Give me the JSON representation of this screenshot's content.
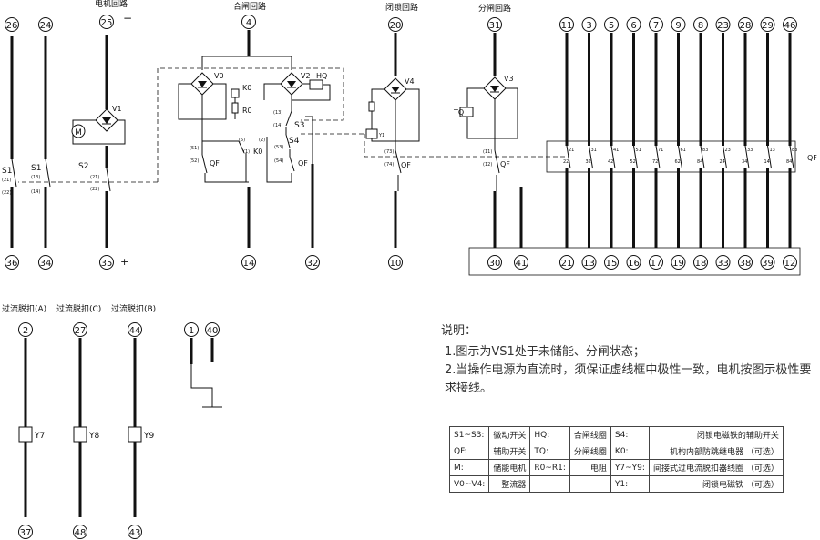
{
  "titles": {
    "motor": "电机回路",
    "close": "合闸回路",
    "lock": "闭锁回路",
    "open": "分闸回路"
  },
  "motor_sign_top": "−",
  "motor_sign_bottom": "+",
  "left_top": [
    "26",
    "24",
    "25"
  ],
  "left_bottom": [
    "36",
    "34",
    "35"
  ],
  "close_top": "4",
  "lock_top": "20",
  "open_top": "31",
  "mid_bottom": [
    "14",
    "32",
    "10",
    "30",
    "41"
  ],
  "aux_top": [
    "11",
    "3",
    "5",
    "6",
    "7",
    "9",
    "8",
    "23",
    "28",
    "29",
    "46"
  ],
  "aux_bottom": [
    "21",
    "13",
    "15",
    "16",
    "17",
    "19",
    "18",
    "33",
    "38",
    "39",
    "12"
  ],
  "aux_contacts": [
    [
      "21",
      "22"
    ],
    [
      "31",
      "32"
    ],
    [
      "41",
      "42"
    ],
    [
      "51",
      "52"
    ],
    [
      "71",
      "72"
    ],
    [
      "61",
      "62"
    ],
    [
      "83",
      "84"
    ],
    [
      "23",
      "24"
    ],
    [
      "33",
      "34"
    ],
    [
      "13",
      "14"
    ],
    [
      "83",
      "84"
    ]
  ],
  "qf_label": "QF",
  "components": {
    "v0": "V0",
    "v1": "V1",
    "v2": "V2",
    "v3": "V3",
    "v4": "V4",
    "k0": "K0",
    "r0": "R0",
    "hq": "HQ",
    "tq": "TQ",
    "m": "M",
    "s1": "S1",
    "s2": "S2",
    "s3": "S3",
    "s4": "S4",
    "y1": "Y1",
    "y7": "Y7",
    "y8": "Y8",
    "y9": "Y9"
  },
  "terminal_codes": {
    "t21": "(21)",
    "t22": "(22)",
    "t13": "(13)",
    "t14": "(14)",
    "t51": "(51)",
    "t52": "(52)",
    "t5": "(5)",
    "t2": "(2)",
    "t1": "(1)",
    "t53": "(53)",
    "t54": "(54)",
    "t73": "(73)",
    "t74": "(74)",
    "t11": "(11)",
    "t12": "(12)"
  },
  "overcurrent": [
    {
      "label": "过流脱扣(A)",
      "top": "2",
      "bottom": "37",
      "coil": "Y7"
    },
    {
      "label": "过流脱扣(C)",
      "top": "27",
      "bottom": "48",
      "coil": "Y8"
    },
    {
      "label": "过流脱扣(B)",
      "top": "44",
      "bottom": "43",
      "coil": "Y9"
    }
  ],
  "ground_terms": [
    "1",
    "40"
  ],
  "notes": {
    "heading": "说明：",
    "items": [
      "1.图示为VS1处于未储能、分闸状态；",
      "2.当操作电源为直流时，须保证虚线框中极性一致，电机按图示极性要求接线。"
    ]
  },
  "legend": [
    [
      "S1~S3:",
      "微动开关",
      "HQ:",
      "合闸线圈",
      "S4:",
      "闭锁电磁铁的辅助开关"
    ],
    [
      "QF:",
      "辅助开关",
      "TQ:",
      "分闸线圈",
      "K0:",
      "机构内部防跳继电器 （可选）"
    ],
    [
      "M:",
      "储能电机",
      "R0~R1:",
      "电阻",
      "Y7~Y9:",
      "间接式过电流脱扣器线圈 （可选）"
    ],
    [
      "V0~V4:",
      "整流器",
      "",
      "",
      "Y1:",
      "闭锁电磁铁 （可选）"
    ]
  ]
}
